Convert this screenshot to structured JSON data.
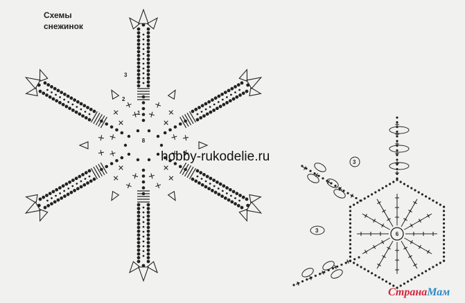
{
  "title_line1": "Схемы",
  "title_line2": "снежинок",
  "watermark": "hobby-rukodelie.ru",
  "brand_part1": "Страна",
  "brand_part2": "Мам",
  "left_diagram": {
    "center_label": "8",
    "round_labels": [
      "1",
      "2",
      "3"
    ]
  },
  "right_diagram": {
    "center_label": "6",
    "loop_label": "3"
  },
  "colors": {
    "ink": "#222222",
    "paper": "#f1f1f0",
    "brand_red": "#d5253a",
    "brand_blue": "#2b8ac5"
  }
}
